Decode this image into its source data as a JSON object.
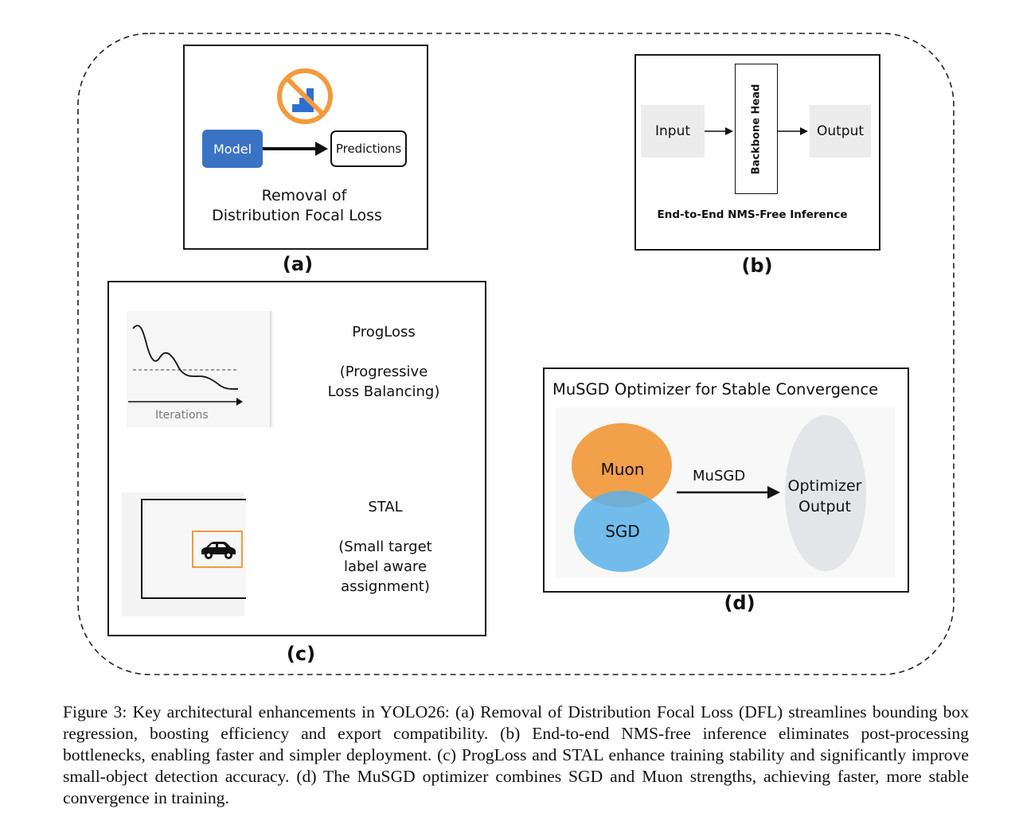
{
  "panel_a": {
    "model_label": "Model",
    "predictions_label": "Predictions",
    "title_line1": "Removal of",
    "title_line2": "Distribution Focal Loss",
    "caption_label": "(a)",
    "icon": "no-histogram-icon",
    "colors": {
      "model_fill": "#3b73c4",
      "prohibit": "#f39a3c",
      "bars": "#2e6fd1"
    }
  },
  "panel_b": {
    "input_label": "Input",
    "backbone_label": "Backbone Head",
    "output_label": "Output",
    "subtitle": "End-to-End NMS-Free Inference",
    "caption_label": "(b)"
  },
  "panel_c": {
    "chart_axis_label": "Iterations",
    "progloss_title": "ProgLoss",
    "progloss_line1": "(Progressive",
    "progloss_line2": "Loss Balancing)",
    "stal_title": "STAL",
    "stal_line1": "(Small target",
    "stal_line2": "label aware",
    "stal_line3": "assignment)",
    "car_icon": "car-icon",
    "caption_label": "(c)"
  },
  "panel_d": {
    "title": "MuSGD Optimizer for Stable Convergence",
    "muon_label": "Muon",
    "sgd_label": "SGD",
    "arrow_label": "MuSGD",
    "output_line1": "Optimizer",
    "output_line2": "Output",
    "caption_label": "(d)",
    "colors": {
      "muon": "#f2a04a",
      "sgd": "#5bb1ea",
      "output": "#e3e5e8"
    }
  },
  "caption": "Figure 3: Key architectural enhancements in YOLO26: (a) Removal of Distribution Focal Loss (DFL) streamlines bounding box regression, boosting efficiency and export compatibility. (b) End-to-end NMS-free inference eliminates post-processing bottlenecks, enabling faster and simpler deployment. (c) ProgLoss and STAL enhance training stability and significantly improve small-object detection accuracy. (d) The MuSGD optimizer combines SGD and Muon strengths, achieving faster, more stable convergence in training."
}
